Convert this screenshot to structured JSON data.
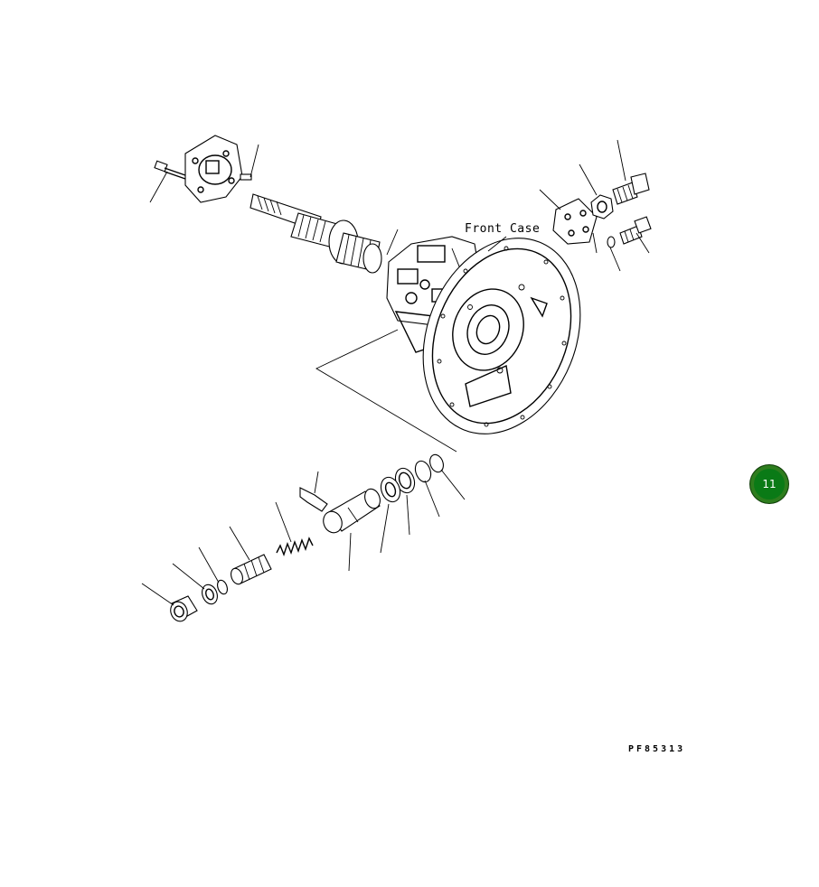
{
  "diagram": {
    "front_case_label": "Front Case",
    "drawing_code": "PF85313"
  },
  "page_badge": {
    "number": "11",
    "color": "#0a7a16"
  }
}
